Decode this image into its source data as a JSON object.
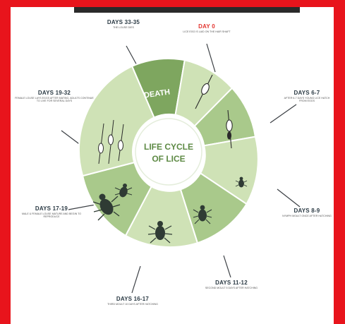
{
  "diagram": {
    "center_title_line1": "LIFE CYCLE",
    "center_title_line2": "OF LICE",
    "death_label": "DEATH",
    "colors": {
      "frame": "#e8141c",
      "segment_dark": "#7ea65f",
      "segment_light": "#cfe2b6",
      "segment_mid": "#a9c98b",
      "center_text": "#5e8a45",
      "label_text": "#2b3a44",
      "highlight": "#e3342f"
    },
    "stages": [
      {
        "title": "DAY 0",
        "desc": "LICE EGG IS LAID ON THE HAIR SHAFT",
        "highlight": true
      },
      {
        "title": "DAYS 6-7",
        "desc": "AFTER 6-7 DAYS YOUNG LICE HATCH FROM EGGS",
        "highlight": false
      },
      {
        "title": "DAYS 8-9",
        "desc": "NYMPH MOULT ONCE AFTER HATCHING",
        "highlight": false
      },
      {
        "title": "DAYS 11-12",
        "desc": "SECOND MOULT 5 DAYS AFTER HATCHING",
        "highlight": false
      },
      {
        "title": "DAYS 16-17",
        "desc": "THIRD MOULT 10 DAYS AFTER HATCHING",
        "highlight": false
      },
      {
        "title": "DAYS 17-19",
        "desc": "MALE & FEMALE LOUSE MATURE AND BEGIN TO REPRODUCE",
        "highlight": false
      },
      {
        "title": "DAYS 19-32",
        "desc": "FEMALE LOUSE LAYS EGGS AFTER MATING, ADULTS CONTINUE TO LIVE FOR SEVERAL DAYS",
        "highlight": false
      },
      {
        "title": "DAYS 33-35",
        "desc": "THE LOUSE DIES",
        "highlight": false
      }
    ]
  }
}
